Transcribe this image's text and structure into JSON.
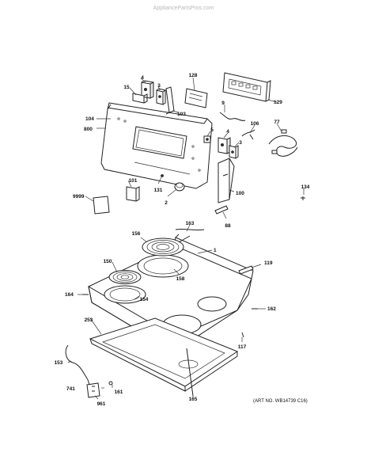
{
  "watermark": "AppliancePartsPros.com",
  "art_no": "(ART NO. WB14739 C16)",
  "callouts": {
    "c4a": "4",
    "c3a": "3",
    "c15": "15",
    "c128": "128",
    "c129": "129",
    "c104": "104",
    "c800": "800",
    "c103": "103",
    "c9": "9",
    "c5": "5",
    "c106": "106",
    "c77": "77",
    "c4b": "4",
    "c3b": "3",
    "c101": "101",
    "c131": "131",
    "c2": "2",
    "c9999": "9999",
    "c100": "100",
    "c134": "134",
    "c88": "88",
    "c163": "163",
    "c156": "156",
    "c1": "1",
    "c119": "119",
    "c150": "150",
    "c158": "158",
    "c164": "164",
    "c154": "154",
    "c162": "162",
    "c253": "253",
    "c117": "117",
    "c153": "153",
    "c741": "741",
    "c161": "161",
    "c961": "961",
    "c165": "165"
  }
}
